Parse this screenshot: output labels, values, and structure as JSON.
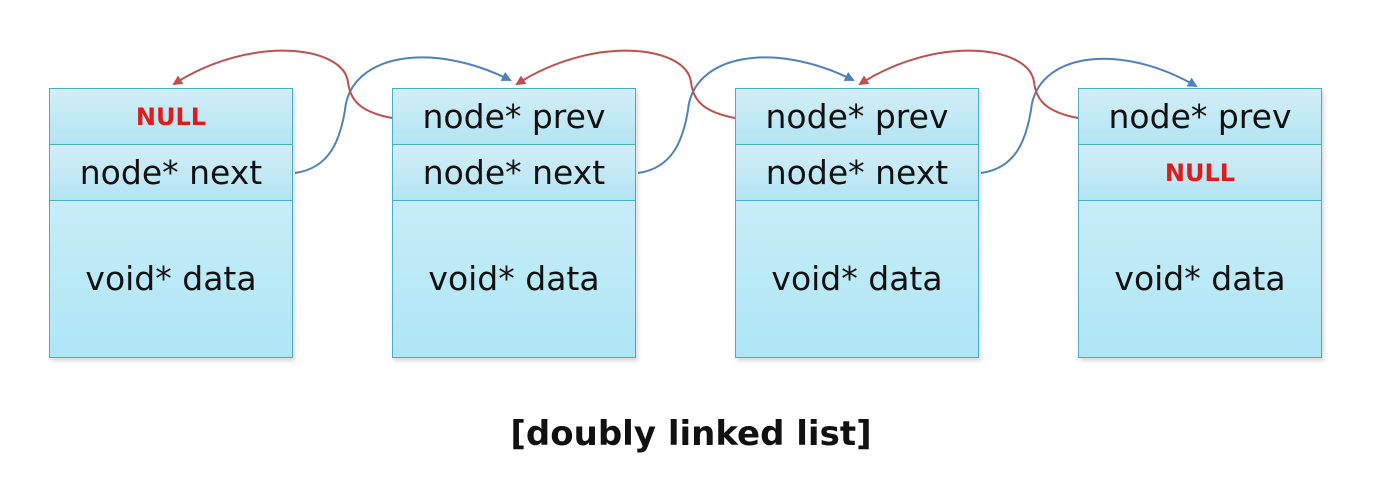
{
  "nodes": [
    {
      "row1": "NULL",
      "row2": "node* next",
      "data": "void* data"
    },
    {
      "row1": "node* prev",
      "row2": "node* next",
      "data": "void* data"
    },
    {
      "row1": "node* prev",
      "row2": "node* next",
      "data": "void* data"
    },
    {
      "row1": "node* prev",
      "row2": "NULL",
      "data": "void* data"
    }
  ],
  "caption": "[doubly linked list]",
  "colors": {
    "prev_arrow": "#c0504d",
    "next_arrow": "#4f81bd",
    "null_text": "#e01b1b"
  }
}
